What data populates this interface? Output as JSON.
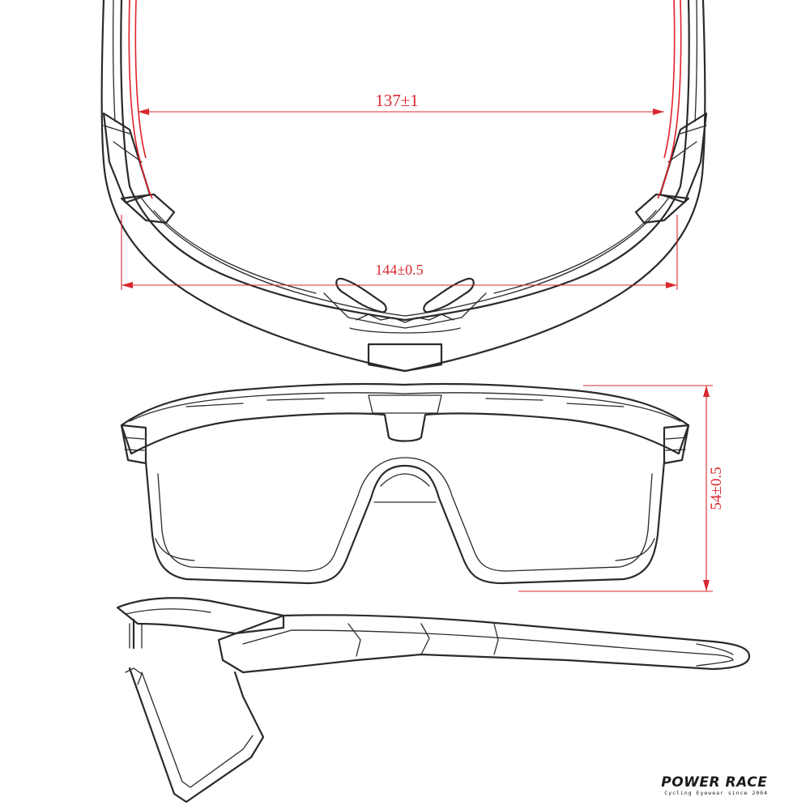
{
  "dimensions": {
    "frame_width": "137±1",
    "total_width": "144±0.5",
    "lens_height": "54±0.5"
  },
  "brand": {
    "logo_text": "POWER RACE",
    "tagline": "Cycling Eyewear since 2004"
  },
  "colors": {
    "dimension": "#d9282f",
    "outline": "#2a2a2a",
    "inner_highlight": "#e0202a"
  }
}
